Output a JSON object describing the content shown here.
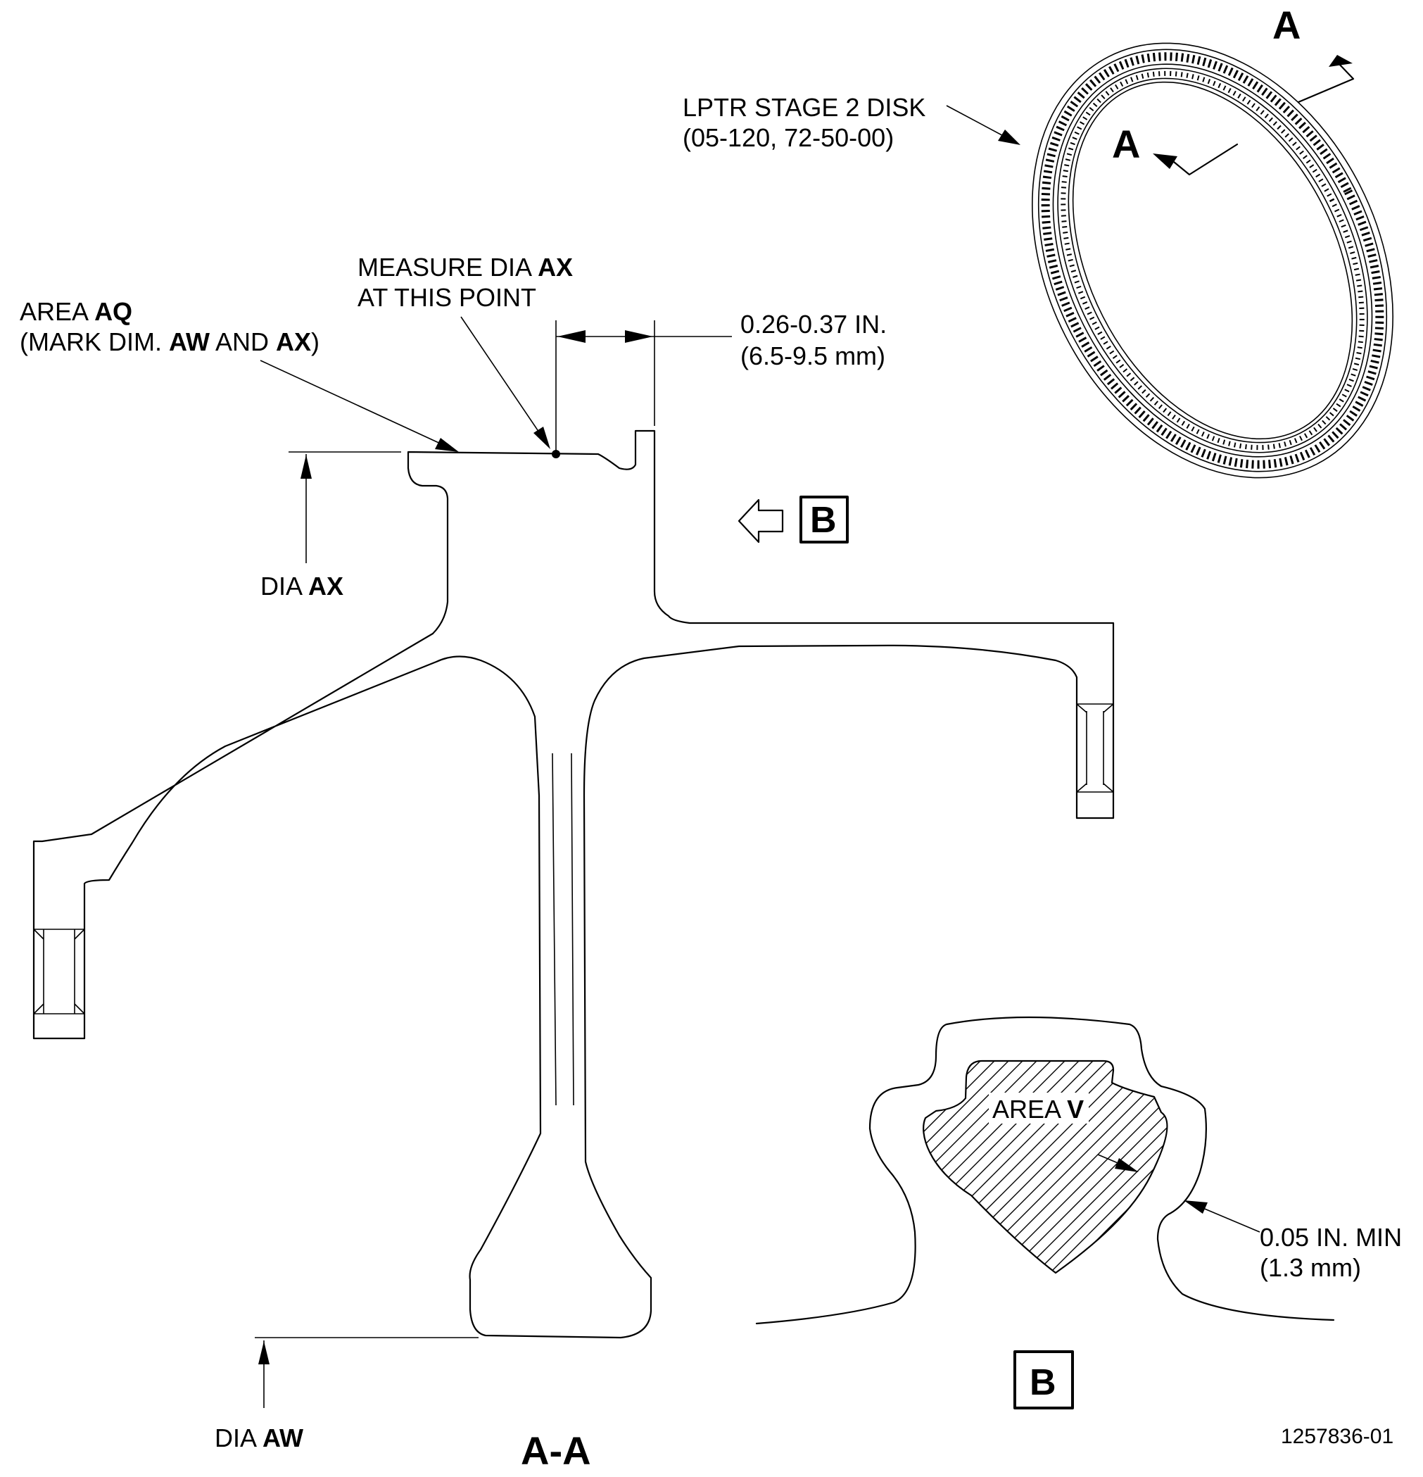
{
  "callouts": {
    "disk_line1": "LPTR STAGE 2 DISK",
    "disk_line2": "(05-120, 72-50-00)",
    "measure_line1_pre": "MEASURE DIA ",
    "measure_line1_bold": "AX",
    "measure_line2": "AT THIS POINT",
    "area_aq_pre": "AREA ",
    "area_aq_bold": "AQ",
    "mark_pre": "(MARK DIM. ",
    "mark_bold1": "AW",
    "mark_mid": " AND ",
    "mark_bold2": "AX",
    "mark_post": ")",
    "dim_in": "0.26-0.37 IN.",
    "dim_mm": "(6.5-9.5 mm)",
    "dia_ax_pre": "DIA ",
    "dia_ax_bold": "AX",
    "dia_aw_pre": "DIA ",
    "dia_aw_bold": "AW",
    "area_v_pre": "AREA ",
    "area_v_bold": "V",
    "min_in": "0.05 IN. MIN",
    "min_mm": "(1.3 mm)"
  },
  "section_marks": {
    "a_top": "A",
    "a_left": "A"
  },
  "view_labels": {
    "section": "A-A",
    "view_b_arrow": "B",
    "view_b_box": "B"
  },
  "figure_number": "1257836-01"
}
